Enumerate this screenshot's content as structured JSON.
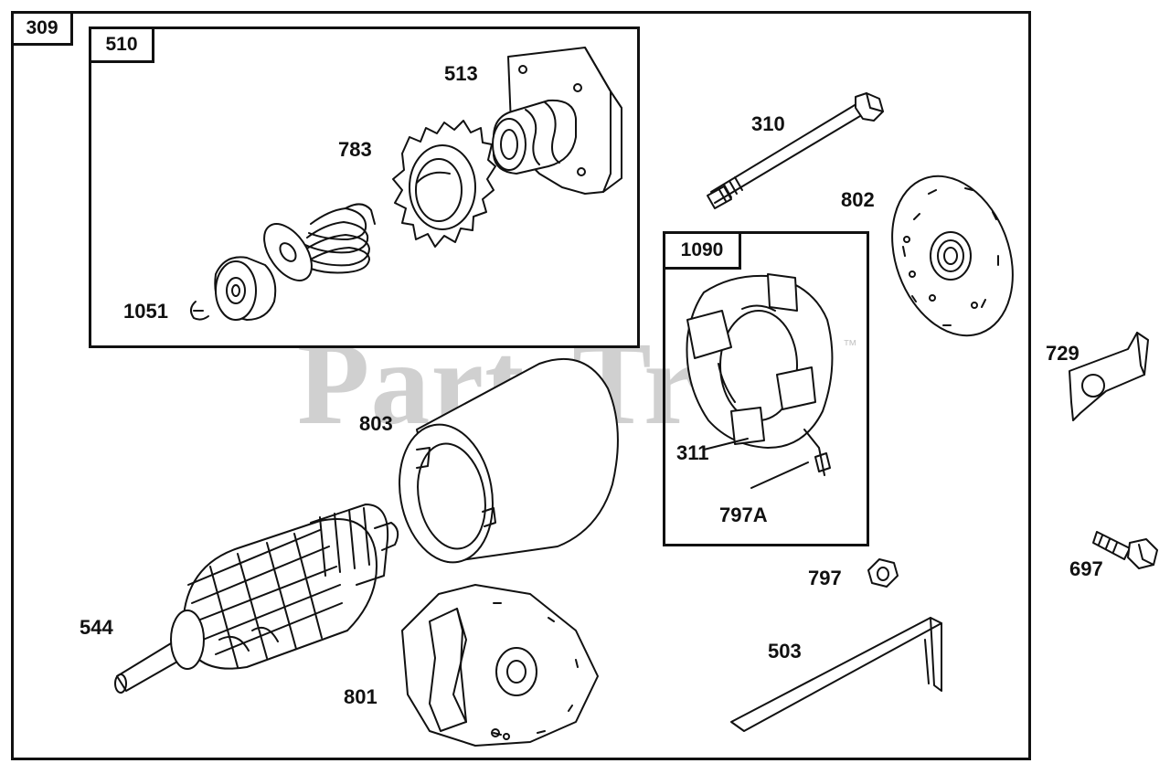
{
  "watermark": {
    "text": "PartsTree",
    "tm": "™"
  },
  "frame_labels": {
    "outer": "309",
    "pinion_kit": "510",
    "brush_kit": "1090"
  },
  "part_labels": {
    "p513": "513",
    "p783": "783",
    "p1051": "1051",
    "p310": "310",
    "p802": "802",
    "p729": "729",
    "p803": "803",
    "p311": "311",
    "p797A": "797A",
    "p697": "697",
    "p797": "797",
    "p544": "544",
    "p503": "503",
    "p801": "801"
  },
  "colors": {
    "line": "#111111",
    "watermark": "#d0d0d0",
    "background": "#ffffff"
  }
}
